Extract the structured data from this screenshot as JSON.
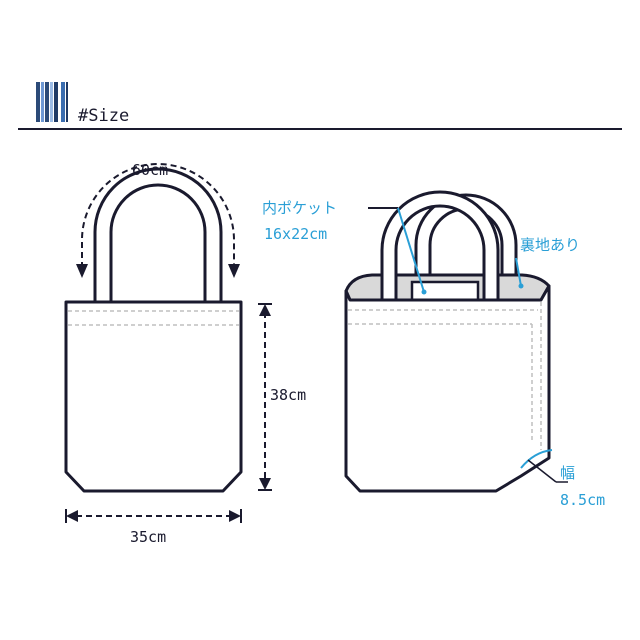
{
  "header": {
    "title": "#Size",
    "stripe_colors": [
      "#2b4a78",
      "#ffffff",
      "#5b8fd0",
      "#ffffff",
      "#2b4a78",
      "#ffffff",
      "#1f3a66",
      "#ffffff",
      "#3a6db0"
    ]
  },
  "front_bag": {
    "handle_label": "60cm",
    "height_label": "38cm",
    "width_label": "35cm"
  },
  "side_bag": {
    "pocket_label": "内ポケット",
    "pocket_size": "16x22cm",
    "lining_label": "裏地あり",
    "gusset_label": "幅",
    "gusset_size": "8.5cm"
  },
  "colors": {
    "outline": "#1a1a2e",
    "accent": "#2a9fd6",
    "lining": "#d9d9d9",
    "stitch": "#bfbfbf"
  }
}
